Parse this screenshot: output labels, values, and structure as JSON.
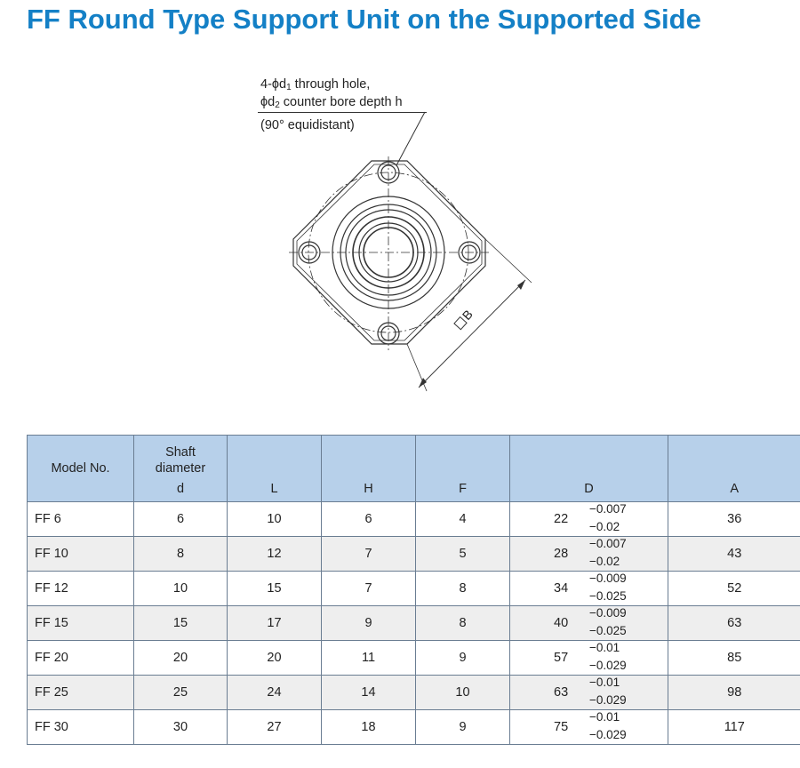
{
  "title": "FF  Round Type Support Unit on the Supported Side",
  "callout": {
    "line1_prefix": "4-ϕd",
    "line1_sub": "1",
    "line1_suffix": " through hole,",
    "line2_prefix": "ϕd",
    "line2_sub": "2",
    "line2_suffix": " counter bore depth h",
    "line3": "(90° equidistant)"
  },
  "dimension_label": "B",
  "table": {
    "headers": {
      "model": "Model No.",
      "shaft_line1": "Shaft",
      "shaft_line2": "diameter",
      "shaft_symbol": "d",
      "L": "L",
      "H": "H",
      "F": "F",
      "D": "D",
      "A": "A"
    },
    "rows": [
      {
        "model": "FF 6",
        "d": "6",
        "L": "10",
        "H": "6",
        "F": "4",
        "D": "22",
        "D_upper": "−0.007",
        "D_lower": "−0.02",
        "A": "36"
      },
      {
        "model": "FF 10",
        "d": "8",
        "L": "12",
        "H": "7",
        "F": "5",
        "D": "28",
        "D_upper": "−0.007",
        "D_lower": "−0.02",
        "A": "43"
      },
      {
        "model": "FF 12",
        "d": "10",
        "L": "15",
        "H": "7",
        "F": "8",
        "D": "34",
        "D_upper": "−0.009",
        "D_lower": "−0.025",
        "A": "52"
      },
      {
        "model": "FF 15",
        "d": "15",
        "L": "17",
        "H": "9",
        "F": "8",
        "D": "40",
        "D_upper": "−0.009",
        "D_lower": "−0.025",
        "A": "63"
      },
      {
        "model": "FF 20",
        "d": "20",
        "L": "20",
        "H": "11",
        "F": "9",
        "D": "57",
        "D_upper": "−0.01",
        "D_lower": "−0.029",
        "A": "85"
      },
      {
        "model": "FF 25",
        "d": "25",
        "L": "24",
        "H": "14",
        "F": "10",
        "D": "63",
        "D_upper": "−0.01",
        "D_lower": "−0.029",
        "A": "98"
      },
      {
        "model": "FF 30",
        "d": "30",
        "L": "27",
        "H": "18",
        "F": "9",
        "D": "75",
        "D_upper": "−0.01",
        "D_lower": "−0.029",
        "A": "117"
      }
    ]
  }
}
